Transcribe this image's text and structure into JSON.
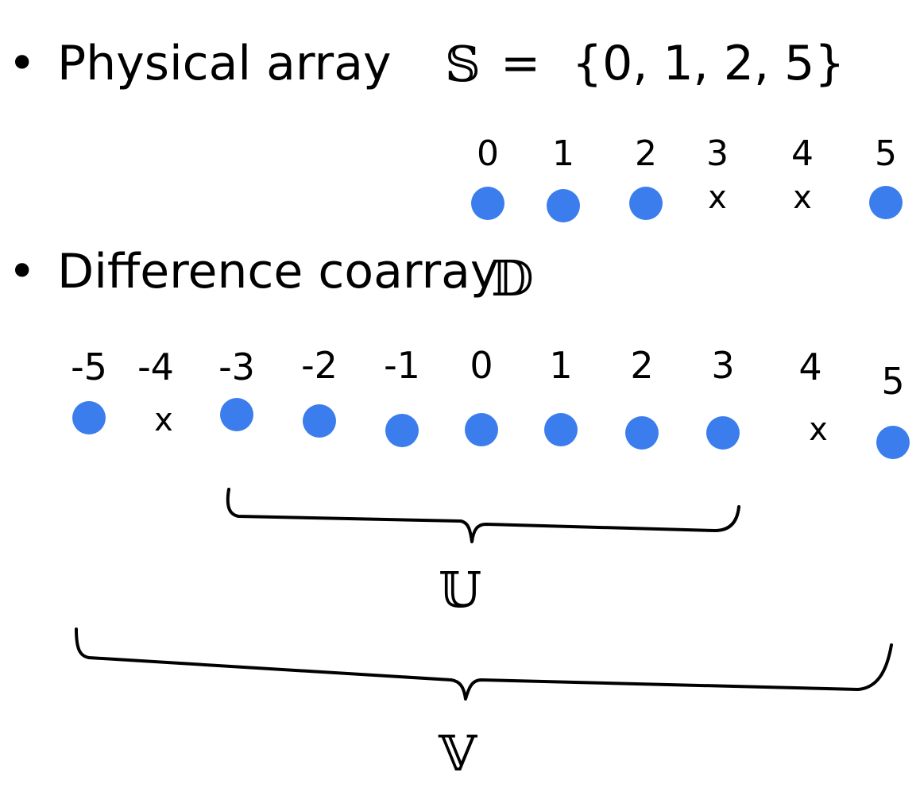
{
  "physical": {
    "bullet": "•",
    "label": "Physical array",
    "set_symbol": "𝕊",
    "equals": "=",
    "set_text": "{0, 1, 2, 5}",
    "positions": [
      "0",
      "1",
      "2",
      "3",
      "4",
      "5"
    ],
    "occupied": [
      true,
      true,
      true,
      false,
      false,
      true
    ]
  },
  "difference": {
    "bullet": "•",
    "label": "Difference coarray",
    "symbol": "𝔻",
    "lags": [
      "-5",
      "-4",
      "-3",
      "-2",
      "-1",
      "0",
      "1",
      "2",
      "3",
      "4",
      "5"
    ],
    "occupied": [
      true,
      false,
      true,
      true,
      true,
      true,
      true,
      true,
      true,
      false,
      true
    ]
  },
  "missing_mark": "x",
  "ula_symbol": "𝕌",
  "virtual_symbol": "𝕍",
  "colors": {
    "dot": "#3b7ded",
    "ink": "#000000"
  }
}
